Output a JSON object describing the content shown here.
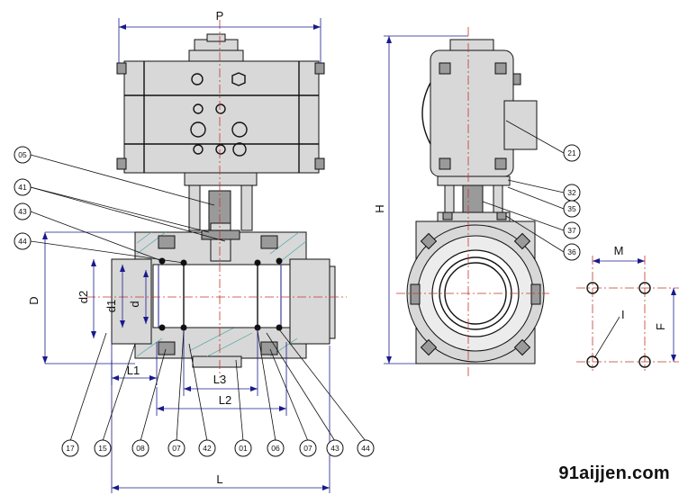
{
  "dimensions": {
    "P": "P",
    "H": "H",
    "D": "D",
    "d2": "d2",
    "d1": "d1",
    "d": "d",
    "L1": "L1",
    "L2": "L2",
    "L3": "L3",
    "L": "L",
    "M": "M",
    "F": "F",
    "hole": "I"
  },
  "callouts": {
    "c05": "05",
    "c41": "41",
    "c43a": "43",
    "c44a": "44",
    "c17": "17",
    "c15": "15",
    "c08": "08",
    "c07a": "07",
    "c42": "42",
    "c01": "01",
    "c06": "06",
    "c07b": "07",
    "c43b": "43",
    "c44b": "44",
    "c21": "21",
    "c32": "32",
    "c35": "35",
    "c37": "37",
    "c36": "36"
  },
  "watermark": "91aijjen.com"
}
